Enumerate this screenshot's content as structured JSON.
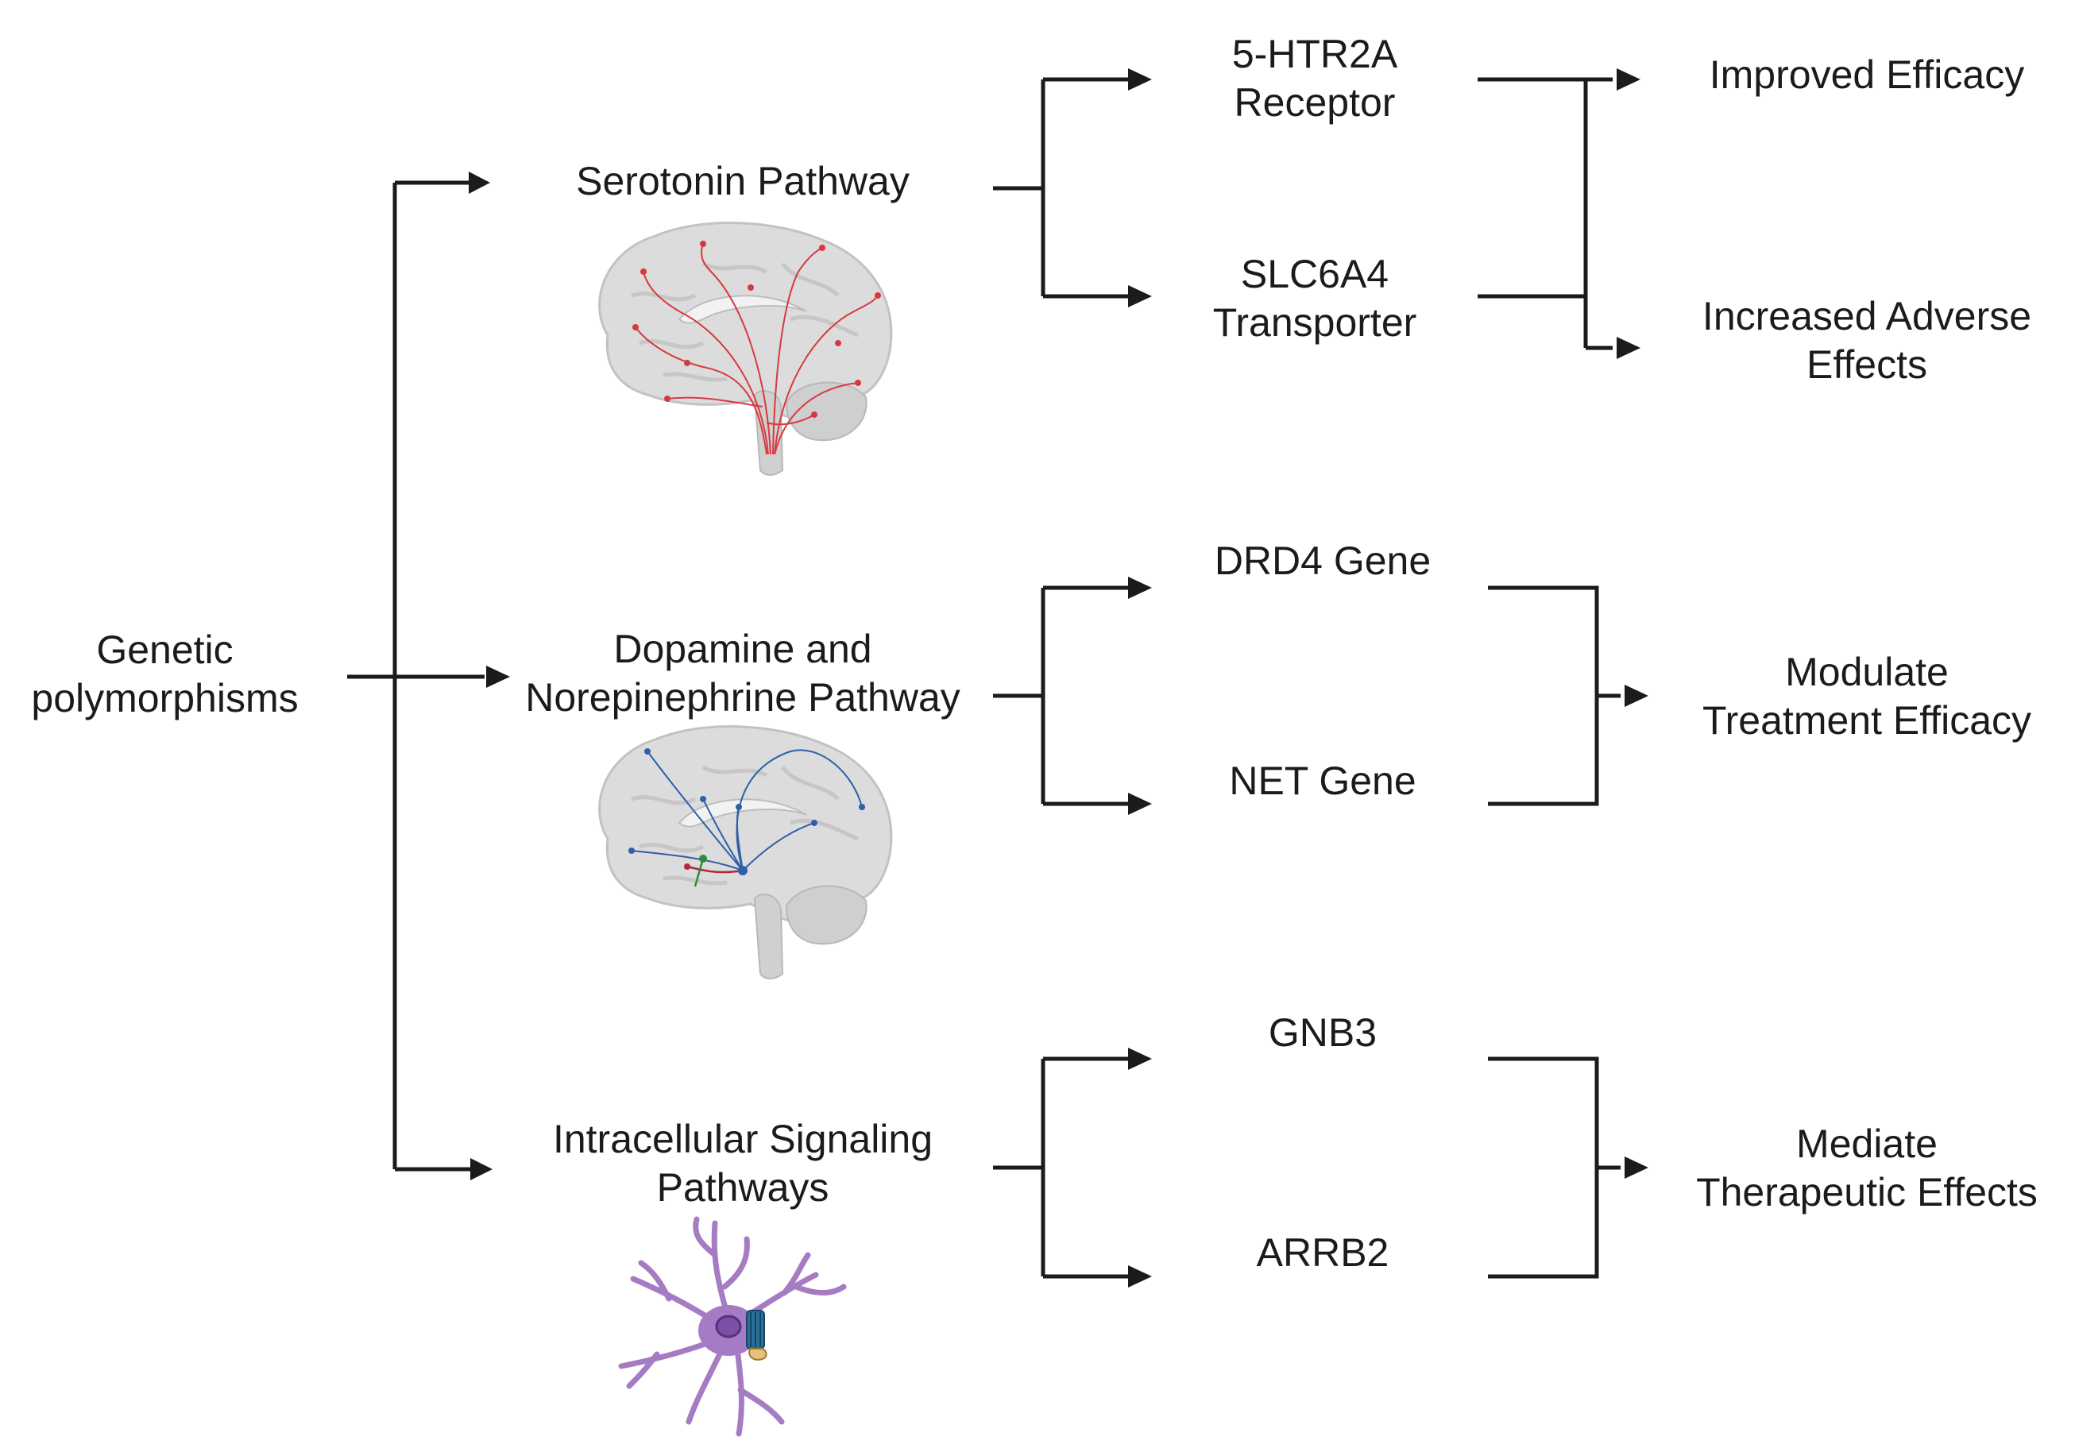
{
  "root": {
    "lines": [
      "Genetic",
      "polymorphisms"
    ]
  },
  "pathways": [
    {
      "lines": [
        "Serotonin Pathway"
      ],
      "illustration": "brain-serotonin-projections"
    },
    {
      "lines": [
        "Dopamine and",
        "Norepinephrine Pathway"
      ],
      "illustration": "brain-dopamine-norepinephrine-projections"
    },
    {
      "lines": [
        "Intracellular Signaling",
        "Pathways"
      ],
      "illustration": "neuron-with-receptor"
    }
  ],
  "genes": [
    {
      "lines": [
        "5-HTR2A",
        "Receptor"
      ]
    },
    {
      "lines": [
        "SLC6A4",
        "Transporter"
      ]
    },
    {
      "lines": [
        "DRD4 Gene"
      ]
    },
    {
      "lines": [
        "NET Gene"
      ]
    },
    {
      "lines": [
        "GNB3"
      ]
    },
    {
      "lines": [
        "ARRB2"
      ]
    }
  ],
  "outcomes": [
    {
      "lines": [
        "Improved Efficacy"
      ]
    },
    {
      "lines": [
        "Increased Adverse",
        "Effects"
      ]
    },
    {
      "lines": [
        "Modulate",
        "Treatment Efficacy"
      ]
    },
    {
      "lines": [
        "Mediate",
        "Therapeutic Effects"
      ]
    }
  ],
  "colors": {
    "line": "#1b1b1b",
    "brain_fill": "#dcdcdc",
    "brain_stroke": "#bfbfbf",
    "serotonin": "#d8393f",
    "dopamine": "#2e5fa8",
    "norepinephrine_accent": "#b0283a",
    "green_accent": "#2f8a3a",
    "neuron": "#a57cc3",
    "receptor": "#2a6f9a"
  }
}
